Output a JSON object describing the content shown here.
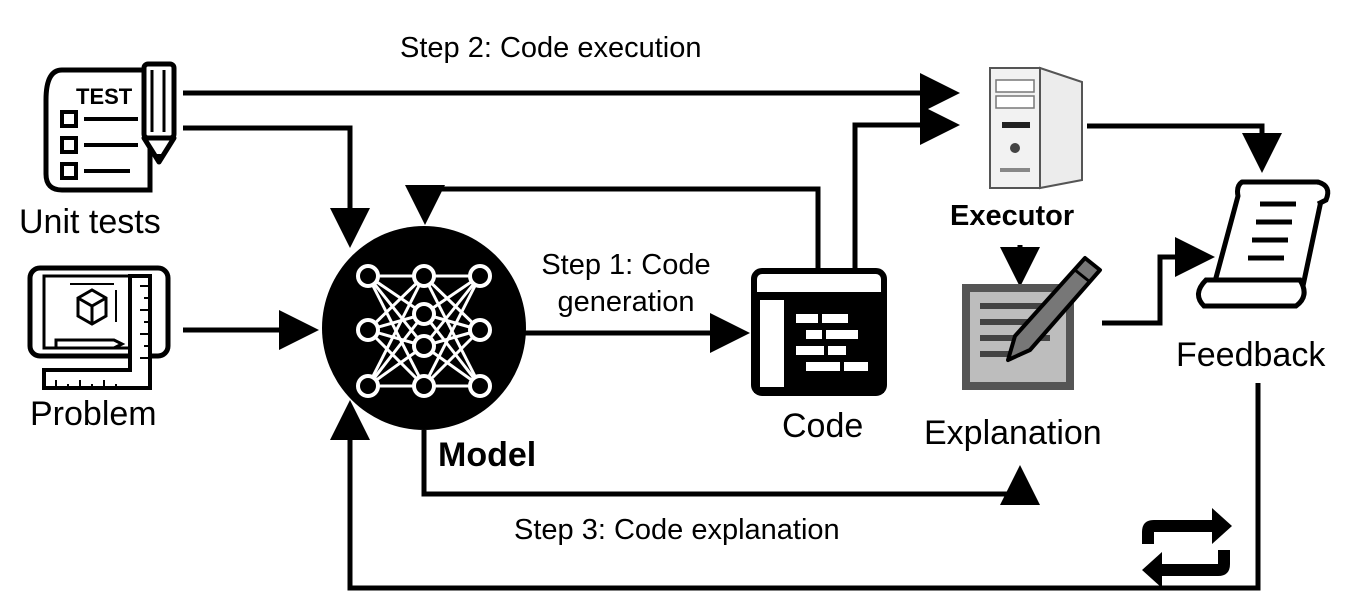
{
  "labels": {
    "unit_tests": "Unit tests",
    "problem": "Problem",
    "model": "Model",
    "code": "Code",
    "executor": "Executor",
    "explanation": "Explanation",
    "feedback": "Feedback",
    "test_badge": "TEST"
  },
  "steps": {
    "step1_line1": "Step 1: Code",
    "step1_line2": "generation",
    "step2": "Step 2: Code execution",
    "step3": "Step 3: Code explanation"
  }
}
